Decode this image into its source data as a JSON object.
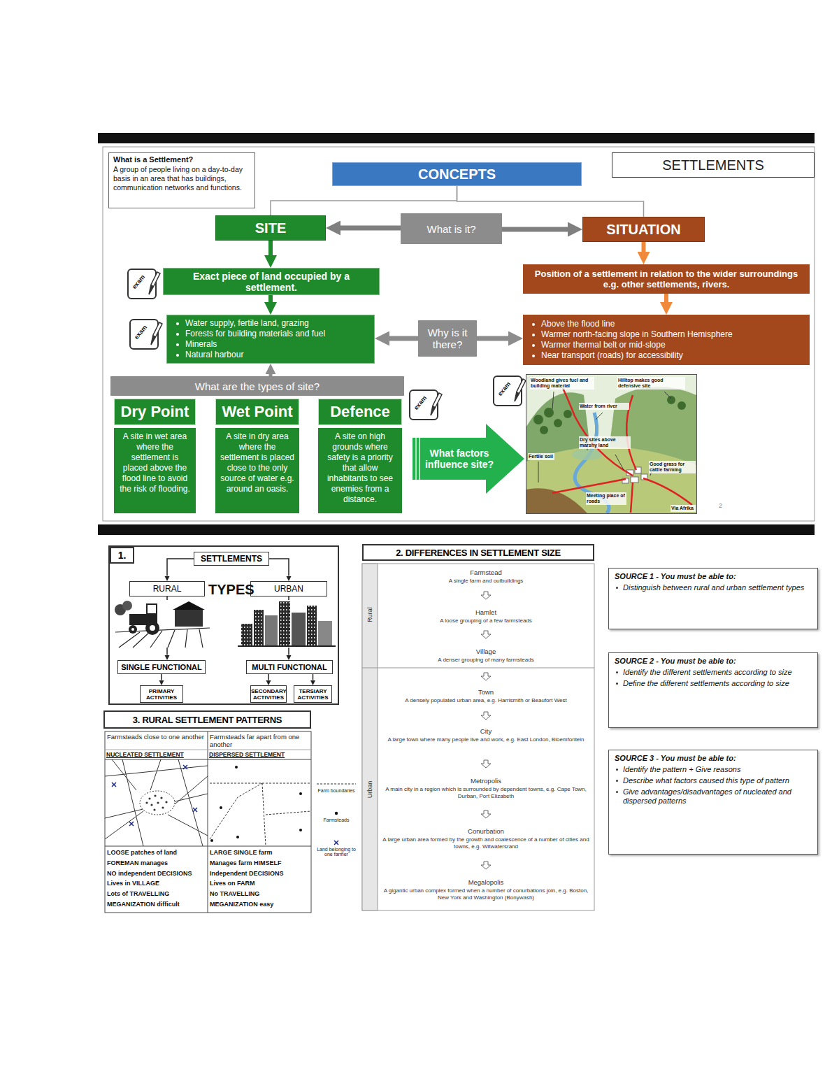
{
  "diagram": {
    "nodes": [
      {
        "text": [
          "What is a Settlement?",
          "A group of people living on a day-to-day basis in an area that has buildings, communication networks and functions."
        ]
      },
      {
        "text": [
          "SETTLEMENTS"
        ]
      },
      {
        "text": [
          "CONCEPTS"
        ]
      },
      {
        "text": [
          "SITE"
        ]
      },
      {
        "text": [
          "What is it?"
        ]
      },
      {
        "text": [
          "SITUATION"
        ]
      },
      {
        "text": [
          "Exact piece of land occupied by a settlement."
        ]
      },
      {
        "text": [
          "Position of a settlement in relation to the wider surroundings e.g. other settlements, rivers."
        ]
      },
      {
        "text": [
          "Water supply, fertile land, grazing",
          "Forests for building materials and fuel",
          "Minerals",
          "Natural harbour"
        ]
      },
      {
        "text": [
          "Why is it there?"
        ]
      },
      {
        "text": [
          "Above the flood line",
          "Warmer north-facing slope in Southern Hemisphere",
          "Warmer thermal belt or mid-slope",
          "Near transport (roads) for accessibility"
        ]
      },
      {
        "text": [
          "What are the types of site?"
        ]
      },
      {
        "text": [
          "Dry Point",
          "A site in wet area where the settlement is placed above the flood line to avoid the risk of flooding."
        ]
      },
      {
        "text": [
          "Wet Point",
          "A site in dry area where the settlement is placed close to the only source of water e.g. around an oasis."
        ]
      },
      {
        "text": [
          "Defence",
          "A site on high grounds where safety is a priority that allow inhabitants to see enemies from a distance."
        ]
      },
      {
        "text": [
          "What factors influence site?"
        ]
      },
      {
        "text": [
          "Woodland gives fuel and building material",
          "Hilltop makes good defensive site",
          "Water from river",
          "Dry sites above marshy land",
          "Fertile soil",
          "Good grass for cattle farming",
          "Meeting place of roads",
          "Via Afrika"
        ]
      },
      {
        "text": [
          "TYPES"
        ]
      },
      {
        "text": [
          "1."
        ],
        "in": 17
      },
      {
        "text": [
          "SETTLEMENTS"
        ],
        "in": 17
      },
      {
        "text": [
          "RURAL"
        ],
        "in": 17
      },
      {
        "text": [
          "URBAN"
        ],
        "in": 17
      },
      {
        "text": [
          "SINGLE FUNCTIONAL"
        ],
        "in": 17
      },
      {
        "text": [
          "MULTI FUNCTIONAL"
        ],
        "in": 17
      },
      {
        "text": [
          "PRIMARY ACTIVITIES"
        ],
        "in": 17
      },
      {
        "text": [
          "SECONDARY ACTIVITIES"
        ],
        "in": 17
      },
      {
        "text": [
          "TERSIARY ACTIVITIES"
        ],
        "in": 17
      },
      {
        "text": [
          "2. DIFFERENCES IN SETTLEMENT SIZE"
        ]
      },
      {
        "text": [
          "SOURCE 1 - You must be able to:",
          "Distinguish between rural and urban settlement types"
        ]
      },
      {
        "text": [
          "SOURCE 2 - You must be able to:",
          "Identify the different settlements according to size",
          "Define the different settlements according to size"
        ]
      },
      {
        "text": [
          "SOURCE 3 - You must be able to:",
          "Identify the pattern + Give reasons",
          "Describe what factors caused this type of pattern",
          "Give advantages/disadvantages of nucleated and dispersed patterns"
        ]
      },
      {
        "text": [
          "3. RURAL SETTLEMENT PATTERNS"
        ]
      }
    ],
    "edges": [
      {
        "from": 2,
        "to": 3,
        "arrow": "none"
      },
      {
        "from": 2,
        "to": 5,
        "arrow": "none"
      },
      {
        "from": 4,
        "to": 3,
        "arrow": "to"
      },
      {
        "from": 4,
        "to": 5,
        "arrow": "to"
      },
      {
        "from": 3,
        "to": 6,
        "arrow": "to"
      },
      {
        "from": 6,
        "to": 8,
        "arrow": "to"
      },
      {
        "from": 5,
        "to": 7,
        "arrow": "to"
      },
      {
        "from": 7,
        "to": 10,
        "arrow": "to"
      },
      {
        "from": 9,
        "to": 8,
        "arrow": "to"
      },
      {
        "from": 9,
        "to": 10,
        "arrow": "to"
      },
      {
        "from": 11,
        "to": 8,
        "arrow": "to"
      },
      {
        "from": 19,
        "to": 20,
        "arrow": "to"
      },
      {
        "from": 19,
        "to": 21,
        "arrow": "to"
      },
      {
        "from": 20,
        "to": 22,
        "arrow": "to"
      },
      {
        "from": 21,
        "to": 23,
        "arrow": "to"
      },
      {
        "from": 22,
        "to": 24,
        "arrow": "to"
      },
      {
        "from": 23,
        "to": 25,
        "arrow": "to"
      },
      {
        "from": 23,
        "to": 26,
        "arrow": "to"
      }
    ],
    "labels": [
      "exam",
      "exam",
      "exam",
      "exam",
      "2",
      "Farmsteads close to one another",
      "Farmsteads far apart from one another",
      "NUCLEATED SETTLEMENT",
      "DISPERSED SETTLEMENT",
      "LOOSE patches of land",
      "FOREMAN manages",
      "NO independent DECISIONS",
      "Lives in VILLAGE",
      "Lots of TRAVELLING",
      "MEGANIZATION difficult",
      "LARGE SINGLE farm",
      "Manages farm HIMSELF",
      "Independent DECISIONS",
      "Lives on FARM",
      "No TRAVELLING",
      "MEGANIZATION easy",
      "Rural",
      "Urban",
      "Farmstead",
      "A single farm and outbuildings",
      "Hamlet",
      "A loose grouping of a few farmsteads",
      "Village",
      "A denser grouping of many farmsteads",
      "Town",
      "A densely populated urban area, e.g. Harrismith or Beaufort West",
      "City",
      "A large town where many people live and work, e.g. East London, Bloemfontein",
      "Metropolis",
      "A main city in a region which is surrounded by dependent towns, e.g. Cape Town, Durban, Port Elizabeth",
      "Conurbation",
      "A large urban area formed by the growth and coalescence of a number of cities and towns, e.g. Witwatersrand",
      "Megalopolis",
      "A gigantic urban complex formed when a number of conurbations join, e.g. Boston, New York and Washington (Bonywash)"
    ],
    "legend": [
      {
        "text": "Farm boundaries"
      },
      {
        "text": "Farmsteads"
      },
      {
        "text": "Land belonging to one farmer"
      }
    ]
  }
}
